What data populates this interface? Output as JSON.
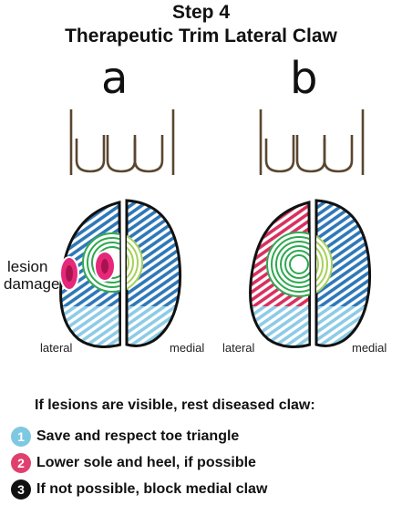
{
  "title": {
    "line1": "Step 4",
    "line2": "Therapeutic Trim Lateral Claw"
  },
  "panels": [
    {
      "letter": "a",
      "left_label": "lateral",
      "right_label": "medial",
      "lesion_label_line1": "lesion",
      "lesion_label_line2": "damage"
    },
    {
      "letter": "b",
      "left_label": "lateral",
      "right_label": "medial"
    }
  ],
  "instructions": {
    "heading": "If lesions are visible, rest diseased claw:",
    "steps": [
      {
        "number": "1",
        "text": "Save and respect toe triangle",
        "color": "#7ec8e3"
      },
      {
        "number": "2",
        "text": "Lower sole and heel, if possible",
        "color": "#e0406e"
      },
      {
        "number": "3",
        "text": "If not possible, block medial claw",
        "color": "#111111"
      }
    ]
  },
  "colors": {
    "outline": "#111111",
    "leg": "#5a4630",
    "hatch_blue": "#2f78b8",
    "hatch_light_blue": "#8ecbe6",
    "green_rings": "#2fa84f",
    "lime": "#a6d15a",
    "lesion_pink": "#e5287a",
    "hatch_red": "#d9305e"
  }
}
